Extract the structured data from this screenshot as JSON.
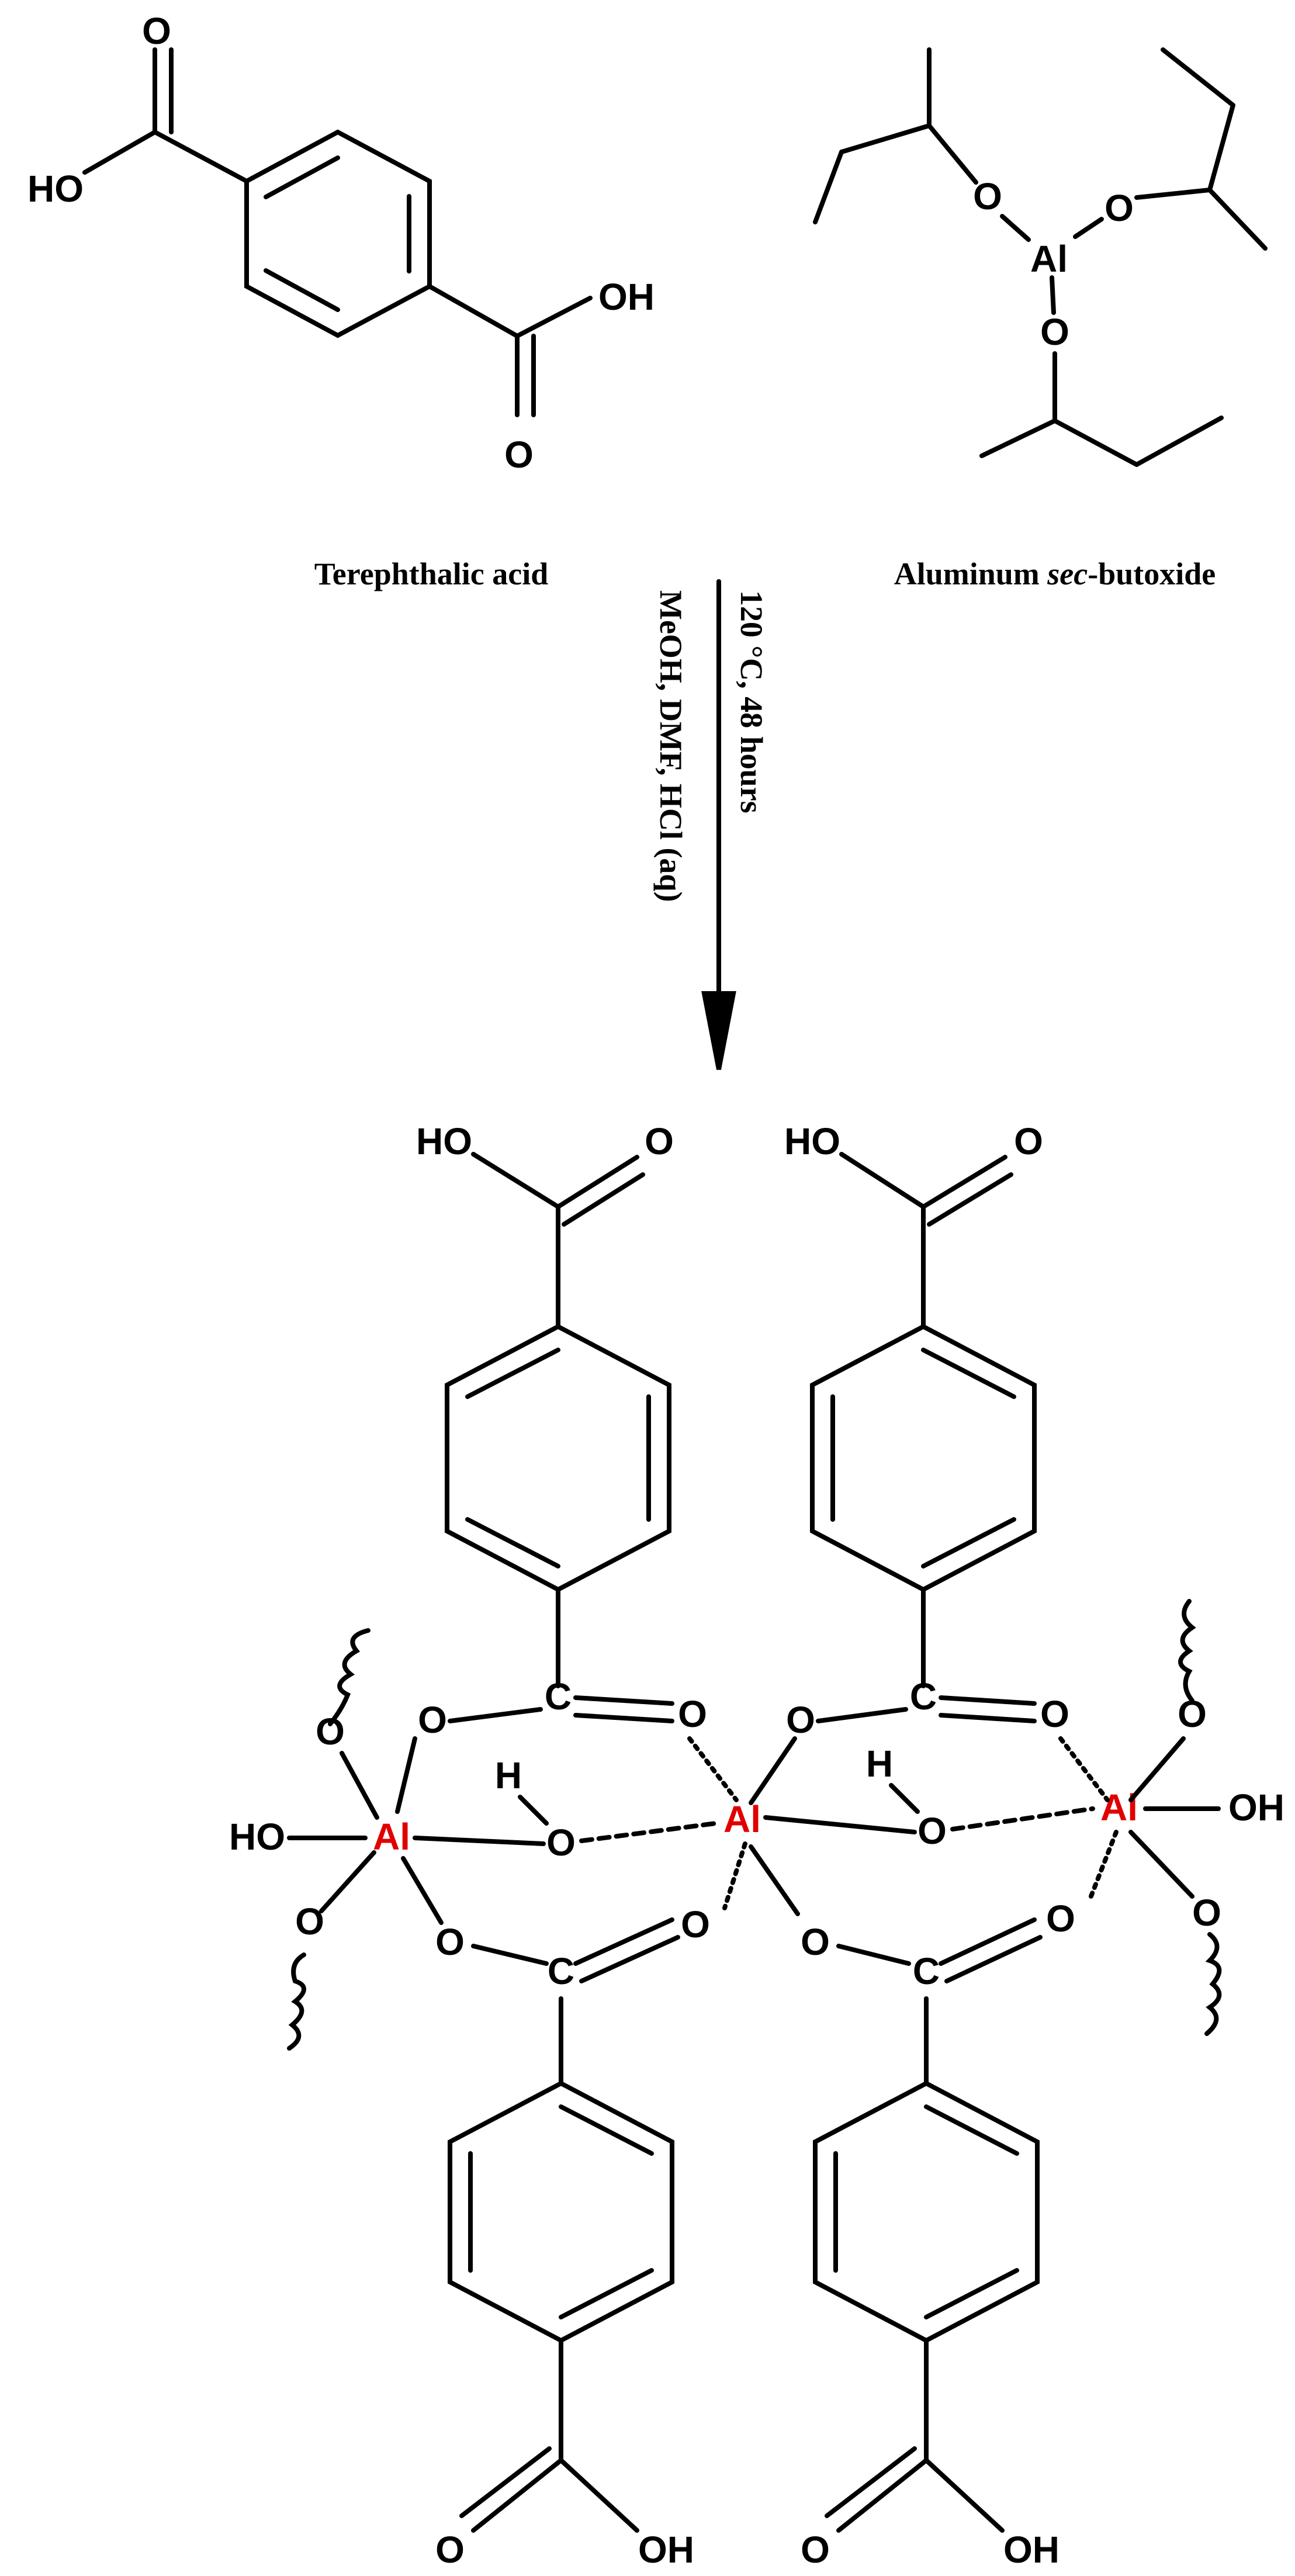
{
  "reactants": {
    "terephthalic_acid": {
      "name": "Terephthalic acid",
      "atoms": {
        "oh_left": "HO",
        "o_top": "O",
        "oh_right": "OH",
        "o_bottom": "O"
      }
    },
    "aluminum_sec_butoxide": {
      "name_prefix": "Aluminum ",
      "name_italic": "sec",
      "name_suffix": "-butoxide",
      "atoms": {
        "al": "Al",
        "o1": "O",
        "o2": "O",
        "o3": "O"
      }
    }
  },
  "reaction": {
    "conditions_line1": "120 °C, 48 hours",
    "conditions_line2": "MeOH, DMF, HCl (aq)"
  },
  "product": {
    "metal_symbol": "Al",
    "hydroxyl": "OH",
    "hydroxyl_left": "HO",
    "oxygen": "O",
    "hydrogen": "H",
    "carbon": "C"
  }
}
